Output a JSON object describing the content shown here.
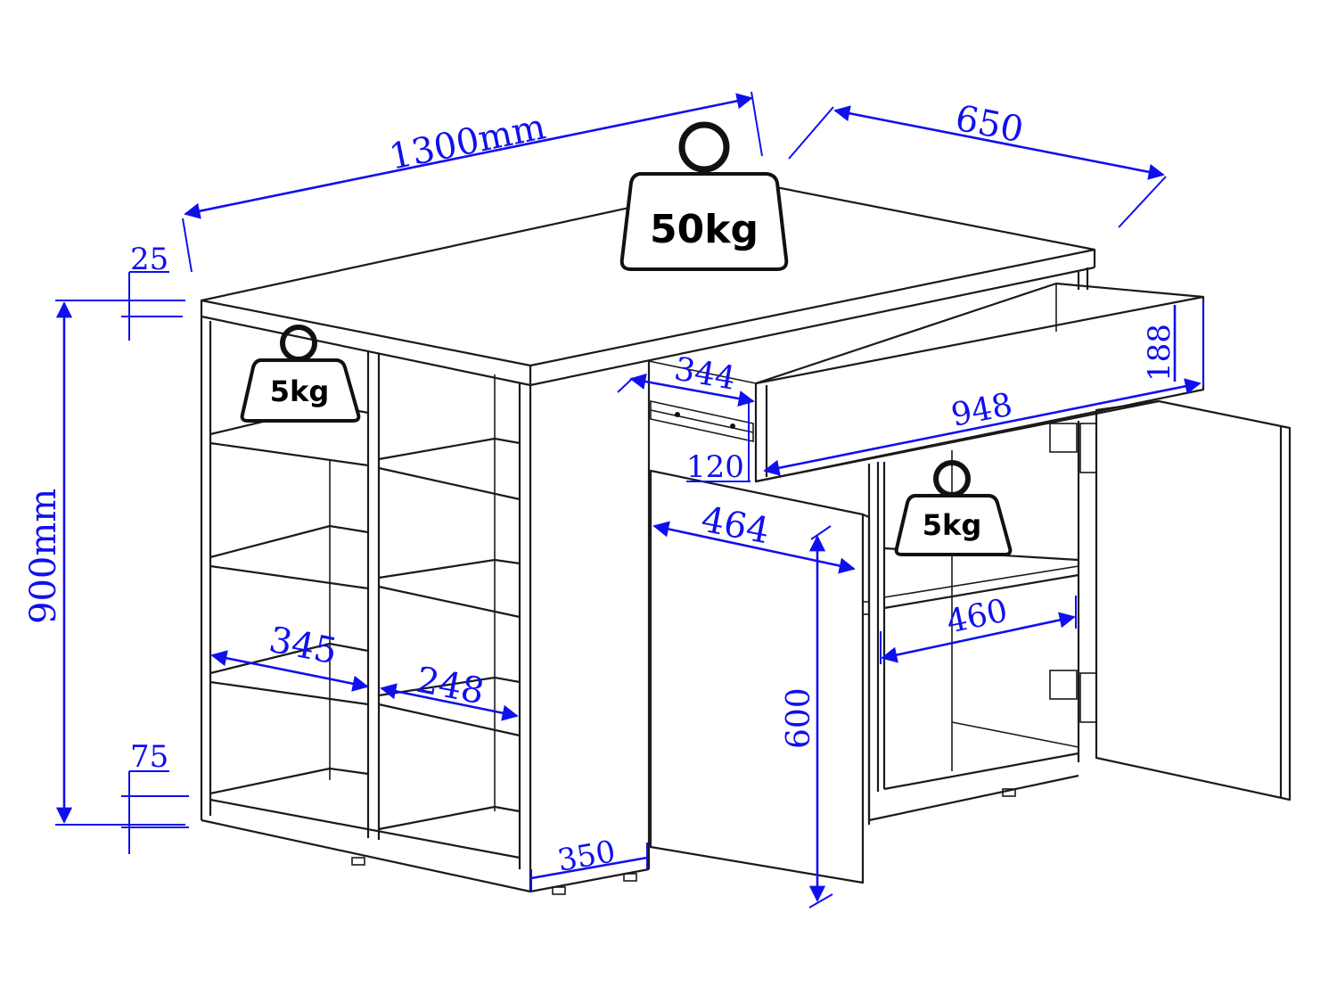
{
  "dimensions": {
    "width": "1300mm",
    "depth": "650",
    "height": "900mm",
    "top_thickness": "25",
    "plinth": "75",
    "drawer_depth": "344",
    "drawer_height": "188",
    "drawer_width": "948",
    "drawer_slide": "120",
    "door_width": "464",
    "door_height": "600",
    "shelf_width_a": "345",
    "shelf_width_b": "248",
    "side_depth": "350",
    "inner_width": "460"
  },
  "weights": {
    "top": "50kg",
    "shelf": "5kg",
    "cabinet": "5kg"
  },
  "colors": {
    "dimension": "#1010ee",
    "outline": "#1a1a1a"
  }
}
